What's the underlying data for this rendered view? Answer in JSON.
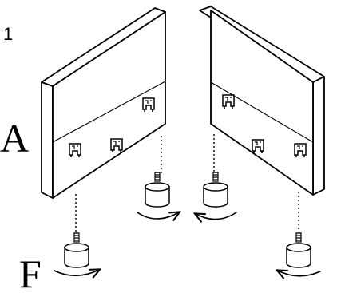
{
  "step": "1",
  "labels": {
    "panel": "A",
    "foot": "F"
  },
  "diagram": {
    "panels": [
      "left-panel",
      "right-panel"
    ],
    "brackets_per_panel": 3,
    "feet_per_panel": 2,
    "rotation_arrows": 4
  }
}
